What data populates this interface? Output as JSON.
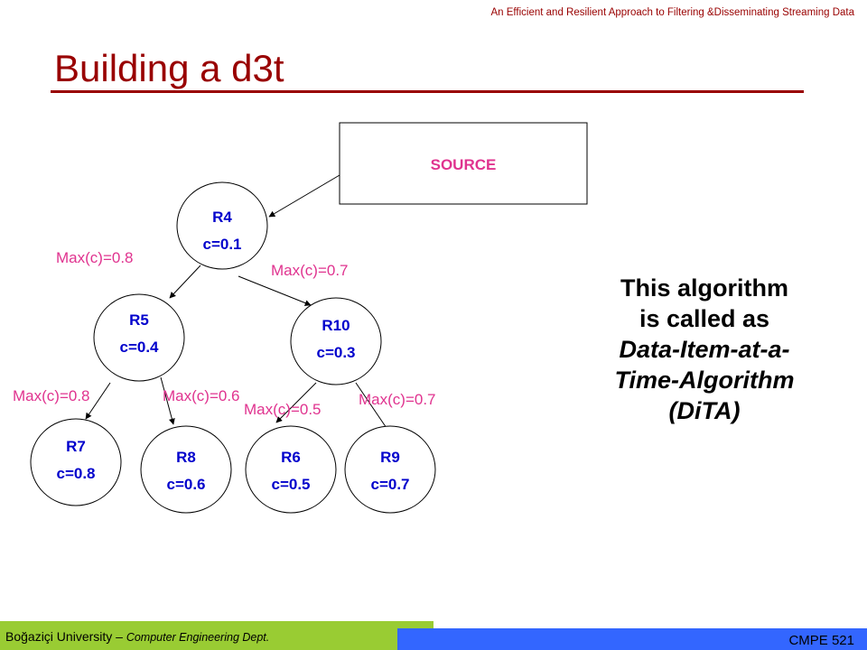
{
  "header": {
    "note": "An Efficient and Resilient Approach to Filtering &Disseminating Streaming Data"
  },
  "slide": {
    "title": "Building a d3t"
  },
  "diagram": {
    "source_label": "SOURCE",
    "nodes": [
      {
        "id": "R4",
        "name": "R4",
        "c": "c=0.1"
      },
      {
        "id": "R5",
        "name": "R5",
        "c": "c=0.4"
      },
      {
        "id": "R10",
        "name": "R10",
        "c": "c=0.3"
      },
      {
        "id": "R7",
        "name": "R7",
        "c": "c=0.8"
      },
      {
        "id": "R8",
        "name": "R8",
        "c": "c=0.6"
      },
      {
        "id": "R6",
        "name": "R6",
        "c": "c=0.5"
      },
      {
        "id": "R9",
        "name": "R9",
        "c": "c=0.7"
      }
    ],
    "edge_labels": [
      "Max(c)=0.8",
      "Max(c)=0.7",
      "Max(c)=0.8",
      "Max(c)=0.6",
      "Max(c)=0.5",
      "Max(c)=0.7"
    ]
  },
  "side_note": {
    "line1": "This algorithm",
    "line2": "is called as",
    "line3": "Data-Item-at-a-",
    "line4": "Time-Algorithm",
    "line5": "(DiTA)"
  },
  "footer": {
    "university": "Boğaziçi University – ",
    "department": "Computer Engineering Dept.",
    "course": "CMPE 521"
  },
  "colors": {
    "title": "#990000",
    "node_text": "#0000cc",
    "edge_label": "#e0338f",
    "footer_green": "#99cc33",
    "footer_blue": "#3366ff"
  }
}
